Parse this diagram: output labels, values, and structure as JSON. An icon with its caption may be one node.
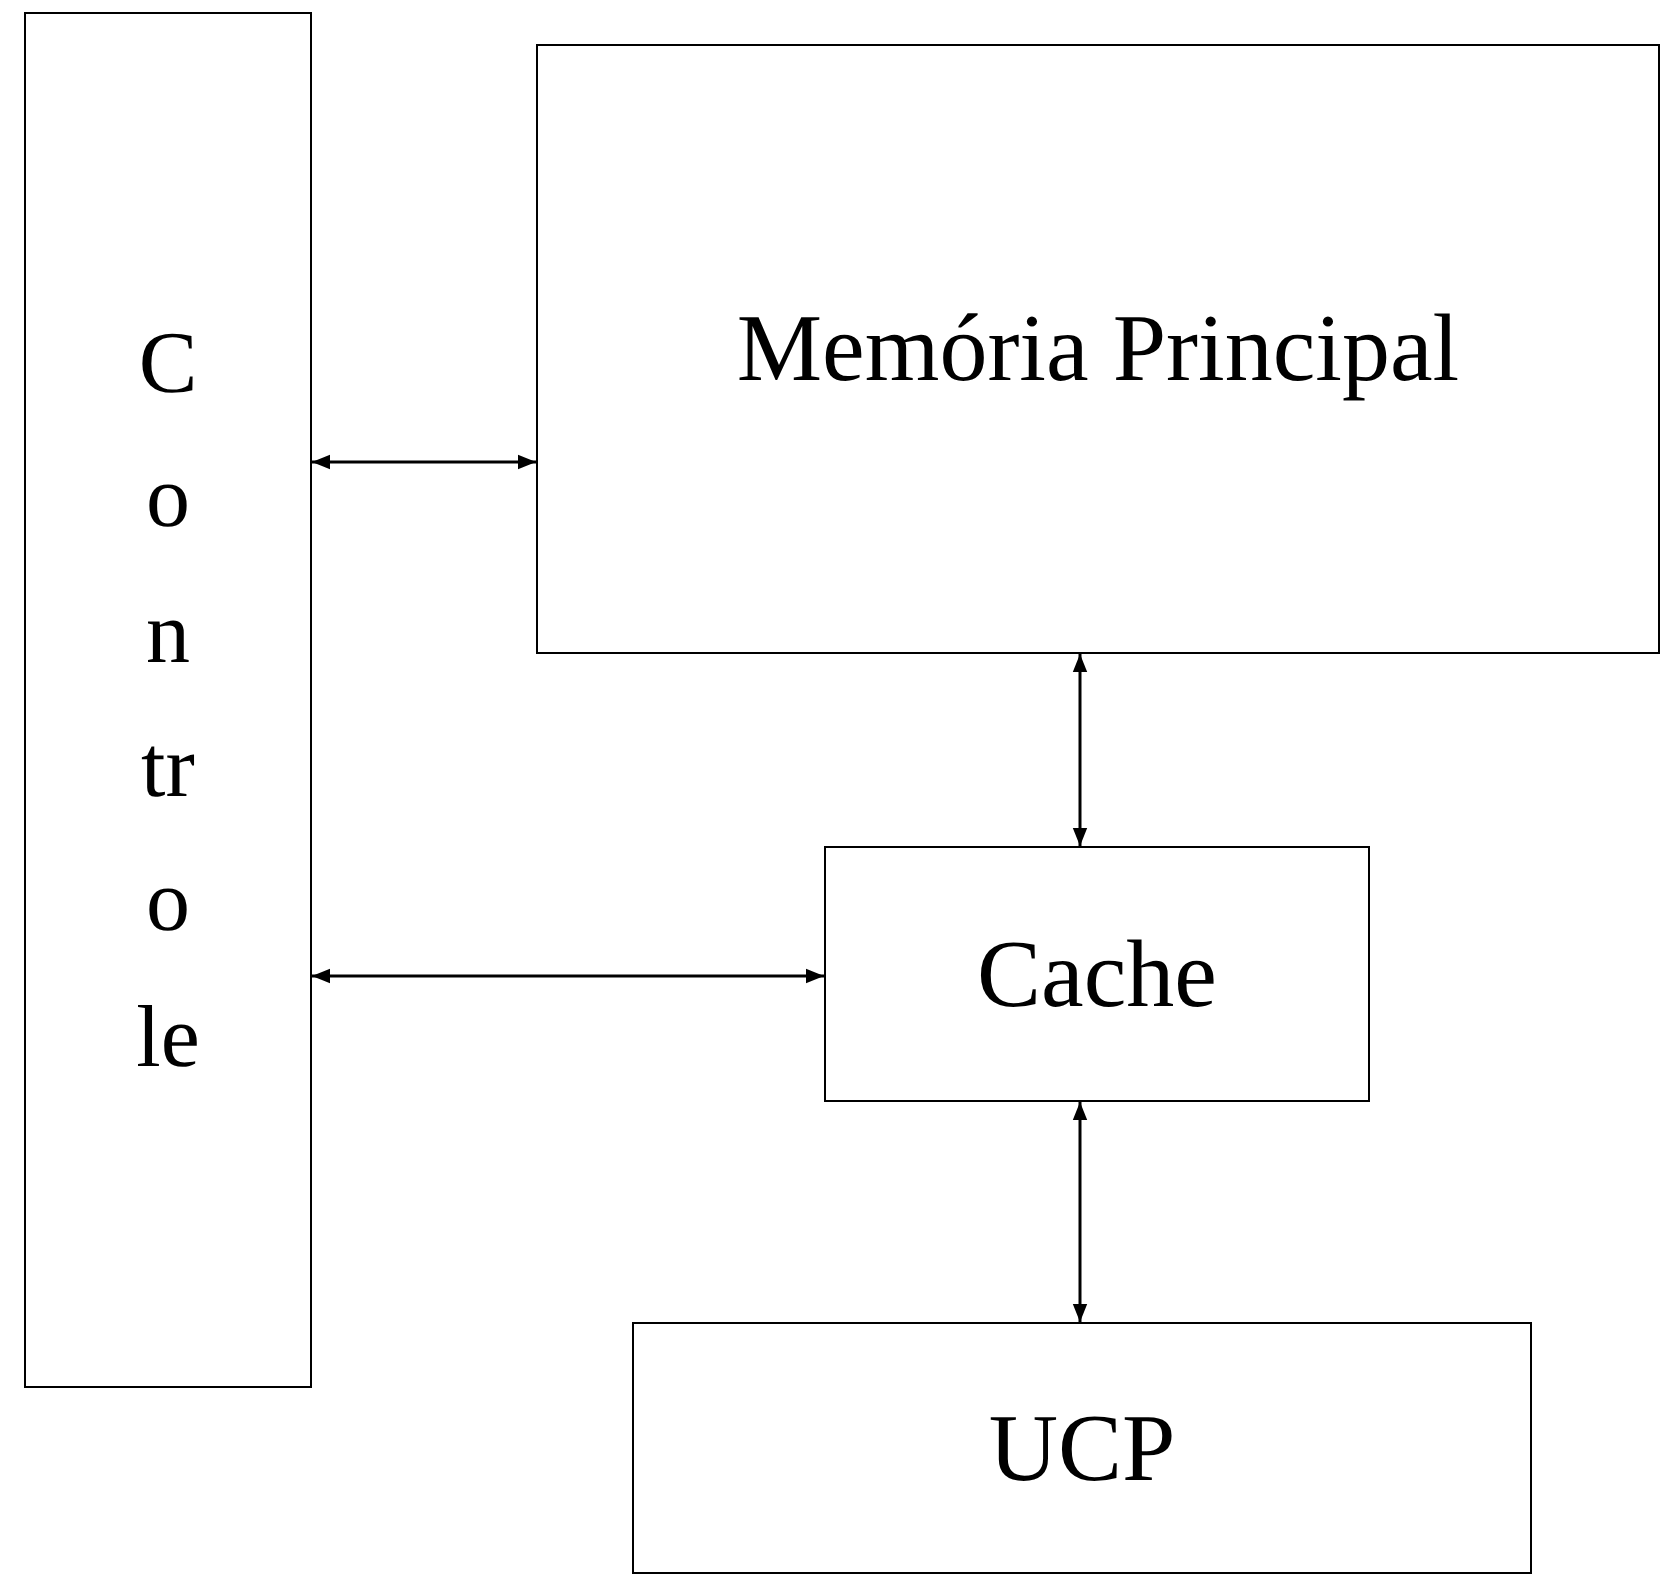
{
  "diagram": {
    "nodes": [
      {
        "text": [
          "Controle"
        ]
      },
      {
        "text": [
          "Memória Principal"
        ]
      },
      {
        "text": [
          "Cache"
        ]
      },
      {
        "text": [
          "UCP"
        ]
      }
    ],
    "edges": [
      {
        "from": 0,
        "to": 1,
        "arrow": "both"
      },
      {
        "from": 1,
        "to": 2,
        "arrow": "both"
      },
      {
        "from": 0,
        "to": 2,
        "arrow": "both"
      },
      {
        "from": 2,
        "to": 3,
        "arrow": "both"
      }
    ]
  }
}
